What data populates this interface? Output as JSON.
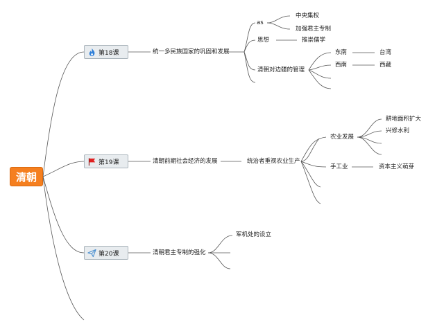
{
  "root": {
    "label": "清朝",
    "color": "#f57f1f"
  },
  "lessons": [
    {
      "label": "第18课",
      "icon": "flame-icon",
      "icon_color": "#2f7fd8",
      "topic": "统一多民族国家的巩固和发展",
      "items": [
        {
          "label": "as",
          "children": [
            "中央集权",
            "加强君主专制"
          ]
        },
        {
          "label": "思想",
          "children": [
            "推崇儒学"
          ]
        },
        {
          "label": "清朝对边疆的管理",
          "children": [
            "东南",
            "西南"
          ],
          "grandchildren": [
            "台湾",
            "西藏"
          ]
        }
      ]
    },
    {
      "label": "第19课",
      "icon": "flag-icon",
      "icon_color": "#e02020",
      "topic": "清朝前期社会经济的发展",
      "sub": "统治者重视农业生产",
      "items": [
        {
          "label": "农业发展",
          "children": [
            "耕地面积扩大",
            "兴修水利"
          ]
        },
        {
          "label": "手工业",
          "children": [
            "资本主义萌芽"
          ]
        }
      ]
    },
    {
      "label": "第20课",
      "icon": "paper-plane-icon",
      "icon_color": "#4a8fd0",
      "topic": "清朝君主专制的强化",
      "items": [
        {
          "label": "军机处的设立"
        }
      ]
    }
  ]
}
